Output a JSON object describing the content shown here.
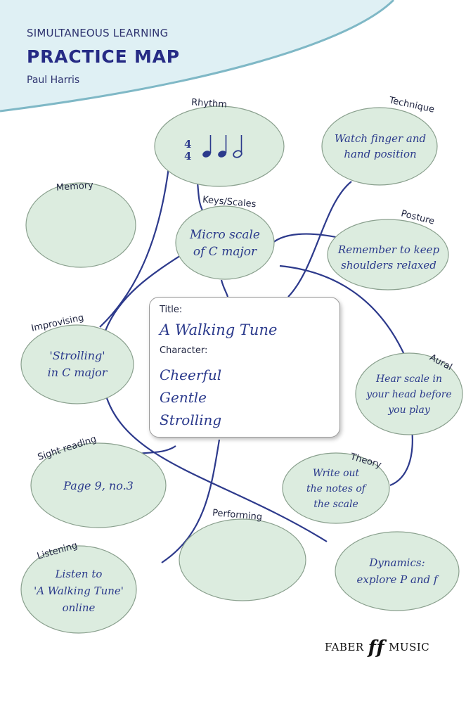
{
  "header": {
    "series": "SIMULTANEOUS LEARNING",
    "title": "PRACTICE MAP",
    "author": "Paul Harris"
  },
  "nodes": {
    "rhythm": {
      "label": "Rhythm",
      "time_signature_top": "4",
      "time_signature_bottom": "4"
    },
    "technique": {
      "label": "Technique",
      "text": [
        "Watch finger and",
        "hand position"
      ]
    },
    "memory": {
      "label": "Memory"
    },
    "keys_scales": {
      "label": "Keys/Scales",
      "text": [
        "Micro scale",
        "of C major"
      ]
    },
    "posture": {
      "label": "Posture",
      "text": [
        "Remember to keep",
        "shoulders relaxed"
      ]
    },
    "improvising": {
      "label": "Improvising",
      "text": [
        "'Strolling'",
        "in C major"
      ]
    },
    "aural": {
      "label": "Aural",
      "text": [
        "Hear scale in",
        "your head before",
        "you play"
      ]
    },
    "sight_reading": {
      "label": "Sight reading",
      "text": [
        "Page 9, no.3"
      ]
    },
    "theory": {
      "label": "Theory",
      "text": [
        "Write out",
        "the notes of",
        "the scale"
      ]
    },
    "performing": {
      "label": "Performing"
    },
    "listening": {
      "label": "Listening",
      "text": [
        "Listen to",
        "'A Walking Tune'",
        "online"
      ]
    },
    "dynamics": {
      "label": "",
      "text": [
        "Dynamics:",
        "explore P and f"
      ]
    }
  },
  "centre": {
    "title_label": "Title:",
    "title_value": "A Walking Tune",
    "character_label": "Character:",
    "character_values": [
      "Cheerful",
      "Gentle",
      "Strolling"
    ]
  },
  "footer": {
    "publisher_left": "FABER",
    "logo": "ff",
    "publisher_right": "MUSIC"
  },
  "colors": {
    "bubble_fill": "#dcecdf",
    "bubble_stroke": "#8aa08e",
    "line": "#2d3a8c",
    "header_band": "#dff0f4",
    "accent_stroke": "#7fb8c6"
  }
}
